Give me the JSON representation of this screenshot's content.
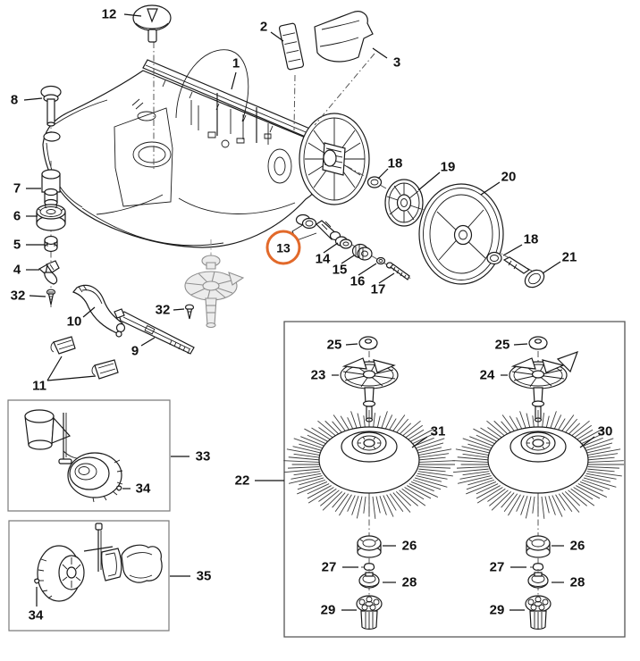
{
  "figure": {
    "kind": "exploded-parts-diagram",
    "background_color": "#ffffff",
    "line_color": "#1a1a1a",
    "muted_part_color": "#8f8f8f",
    "inset_border_color": "#777777",
    "highlight_color": "#e2692a",
    "highlighted_part": "13"
  },
  "insets": [
    {
      "box_label": "33",
      "parts": [
        "33",
        "34"
      ]
    },
    {
      "box_label": "35",
      "parts": [
        "35",
        "34"
      ]
    },
    {
      "box_label": "22",
      "parts": [
        "22",
        "25",
        "23",
        "24",
        "31",
        "30",
        "26",
        "27",
        "28",
        "29"
      ]
    }
  ],
  "callouts": [
    {
      "label": "12",
      "circled": false
    },
    {
      "label": "2",
      "circled": false
    },
    {
      "label": "3",
      "circled": false
    },
    {
      "label": "1",
      "circled": false
    },
    {
      "label": "8",
      "circled": false
    },
    {
      "label": "18",
      "circled": false
    },
    {
      "label": "19",
      "circled": false
    },
    {
      "label": "20",
      "circled": false
    },
    {
      "label": "7",
      "circled": false
    },
    {
      "label": "6",
      "circled": false
    },
    {
      "label": "5",
      "circled": false
    },
    {
      "label": "4",
      "circled": false
    },
    {
      "label": "32",
      "circled": false
    },
    {
      "label": "13",
      "circled": true
    },
    {
      "label": "14",
      "circled": false
    },
    {
      "label": "15",
      "circled": false
    },
    {
      "label": "16",
      "circled": false
    },
    {
      "label": "17",
      "circled": false
    },
    {
      "label": "18",
      "circled": false
    },
    {
      "label": "21",
      "circled": false
    },
    {
      "label": "10",
      "circled": false
    },
    {
      "label": "32",
      "circled": false
    },
    {
      "label": "9",
      "circled": false
    },
    {
      "label": "11",
      "circled": false
    },
    {
      "label": "33",
      "circled": false
    },
    {
      "label": "34",
      "circled": false
    },
    {
      "label": "35",
      "circled": false
    },
    {
      "label": "34",
      "circled": false
    },
    {
      "label": "22",
      "circled": false
    },
    {
      "label": "25",
      "circled": false
    },
    {
      "label": "23",
      "circled": false
    },
    {
      "label": "31",
      "circled": false
    },
    {
      "label": "25",
      "circled": false
    },
    {
      "label": "24",
      "circled": false
    },
    {
      "label": "30",
      "circled": false
    },
    {
      "label": "26",
      "circled": false
    },
    {
      "label": "27",
      "circled": false
    },
    {
      "label": "28",
      "circled": false
    },
    {
      "label": "29",
      "circled": false
    },
    {
      "label": "26",
      "circled": false
    },
    {
      "label": "27",
      "circled": false
    },
    {
      "label": "28",
      "circled": false
    },
    {
      "label": "29",
      "circled": false
    }
  ]
}
